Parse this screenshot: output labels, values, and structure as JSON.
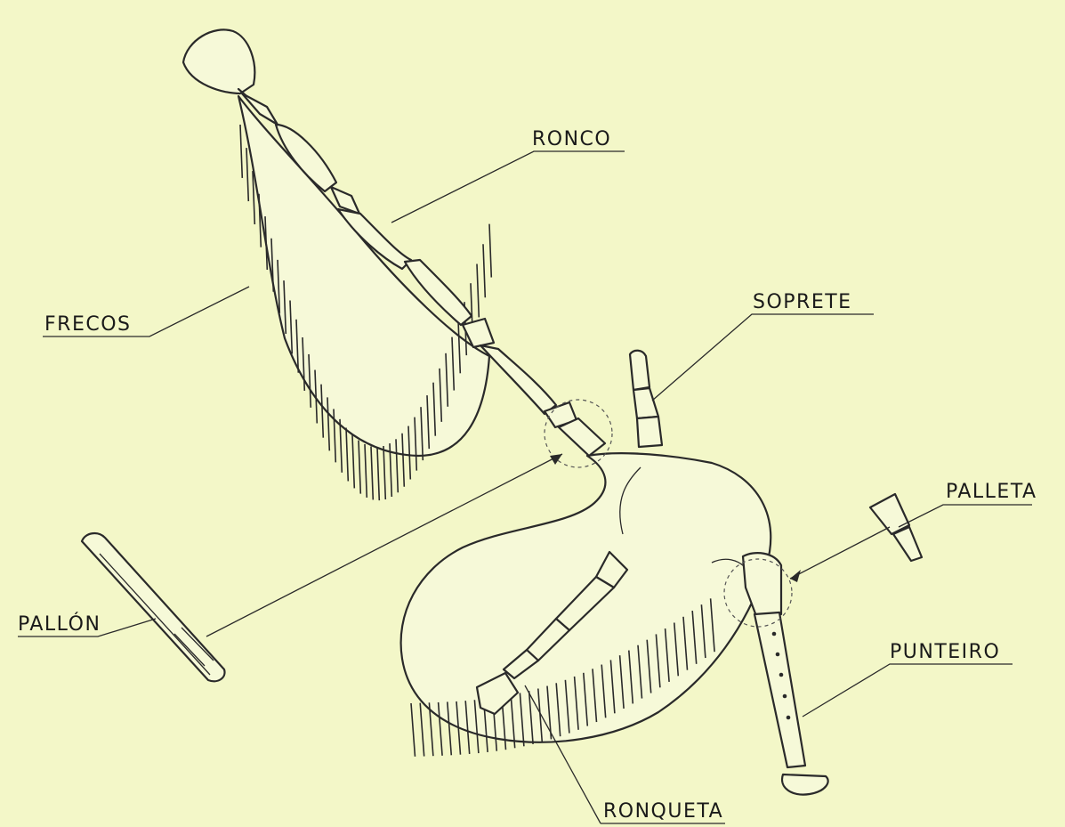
{
  "labels": {
    "ronco": "RONCO",
    "soprete": "SOPRETE",
    "frecos": "FRECOS",
    "palleta": "PALLETA",
    "pallon": "PALLÓN",
    "punteiro": "PUNTEIRO",
    "ronqueta": "RONQUETA"
  },
  "colors": {
    "background": "#f3f7c8",
    "ink": "#2a2a2a"
  }
}
